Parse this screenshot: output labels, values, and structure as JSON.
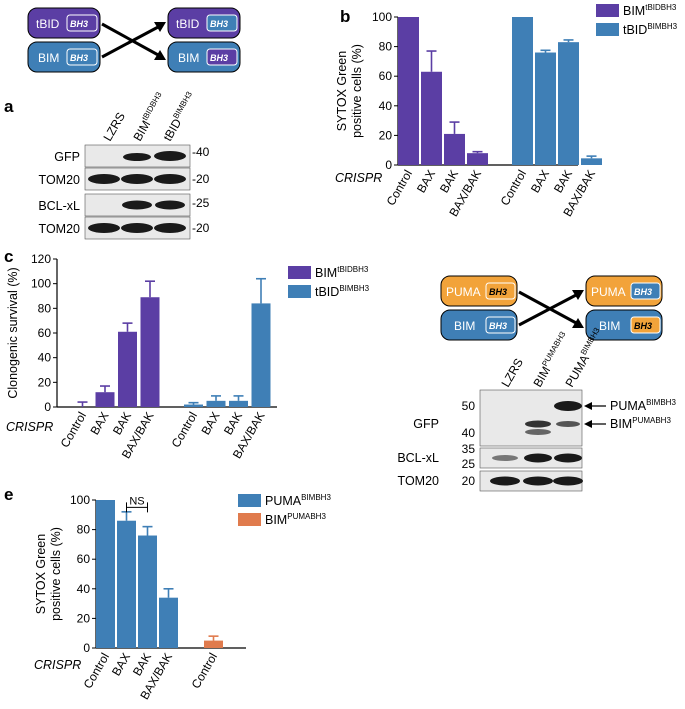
{
  "panels": {
    "a": {
      "label": "a",
      "diagram": {
        "left_top": "tBID",
        "left_bottom": "BIM",
        "right_top": "tBID",
        "right_bottom": "BIM",
        "domain": "BH3"
      },
      "blot": {
        "lanes": [
          {
            "base": "LZRS",
            "sup": ""
          },
          {
            "base": "BIM",
            "sup": "tBIDBH3"
          },
          {
            "base": "tBID",
            "sup": "BIMBH3"
          }
        ],
        "rows": [
          "GFP",
          "TOM20",
          "BCL-xL",
          "TOM20"
        ],
        "markers": [
          "-40",
          "-20",
          "-25",
          "-20"
        ]
      }
    },
    "d": {
      "label": "d",
      "diagram": {
        "left_top": "PUMA",
        "left_bottom": "BIM",
        "right_top": "PUMA",
        "right_bottom": "BIM",
        "domain": "BH3"
      },
      "blot": {
        "lanes": [
          {
            "base": "LZRS",
            "sup": ""
          },
          {
            "base": "BIM",
            "sup": "PUMABH3"
          },
          {
            "base": "PUMA",
            "sup": "BIMBH3"
          }
        ],
        "rows": [
          "GFP",
          "BCL-xL",
          "TOM20"
        ],
        "markers": [
          "50",
          "40",
          "35",
          "25",
          "20"
        ],
        "arrows": [
          {
            "base": "PUMA",
            "sup": "BIMBH3"
          },
          {
            "base": "BIM",
            "sup": "PUMABH3"
          }
        ]
      }
    },
    "b_label": "b",
    "c_label": "c",
    "e_label": "e"
  },
  "colors": {
    "purple": "#5b3ea4",
    "blue": "#3f7fb6",
    "orange": "#e07b4d",
    "blot_bg": "#e9e9e9",
    "band": "#1a1a1a"
  },
  "chart_data": [
    {
      "id": "b",
      "type": "bar",
      "ylabel_lines": [
        "SYTOX Green",
        "positive cells (%)"
      ],
      "ylim": [
        0,
        100
      ],
      "yticks": [
        0,
        20,
        40,
        60,
        80,
        100
      ],
      "xlabel": "CRISPR",
      "groups": [
        {
          "series": "BIM tBIDBH3",
          "categories": [
            "Control",
            "BAX",
            "BAK",
            "BAX/BAK"
          ],
          "values": [
            100,
            63,
            21,
            8
          ],
          "errors": [
            0,
            14,
            8,
            1
          ]
        },
        {
          "series": "tBID BIMBH3",
          "categories": [
            "Control",
            "BAX",
            "BAK",
            "BAX/BAK"
          ],
          "values": [
            100,
            76,
            83,
            4.5
          ],
          "errors": [
            0,
            1.5,
            1.5,
            1.5
          ]
        }
      ],
      "legend": [
        {
          "base": "BIM",
          "sup": "tBIDBH3",
          "color": "#5b3ea4"
        },
        {
          "base": "tBID",
          "sup": "BIMBH3",
          "color": "#3f7fb6"
        }
      ]
    },
    {
      "id": "c",
      "type": "bar",
      "ylabel_lines": [
        "Clonogenic survival (%)"
      ],
      "ylim": [
        0,
        120
      ],
      "yticks": [
        0,
        20,
        40,
        60,
        80,
        100,
        120
      ],
      "xlabel": "CRISPR",
      "groups": [
        {
          "series": "BIM tBIDBH3",
          "categories": [
            "Control",
            "BAX",
            "BAK",
            "BAX/BAK"
          ],
          "values": [
            0,
            12,
            61,
            89
          ],
          "errors": [
            4,
            5,
            7,
            13
          ]
        },
        {
          "series": "tBID BIMBH3",
          "categories": [
            "Control",
            "BAX",
            "BAK",
            "BAX/BAK"
          ],
          "values": [
            2,
            5,
            5,
            84
          ],
          "errors": [
            1.5,
            4,
            4,
            20
          ]
        }
      ],
      "legend": [
        {
          "base": "BIM",
          "sup": "tBIDBH3",
          "color": "#5b3ea4"
        },
        {
          "base": "tBID",
          "sup": "BIMBH3",
          "color": "#3f7fb6"
        }
      ]
    },
    {
      "id": "e",
      "type": "bar",
      "ylabel_lines": [
        "SYTOX Green",
        "positive cells (%)"
      ],
      "ylim": [
        0,
        100
      ],
      "yticks": [
        0,
        20,
        40,
        60,
        80,
        100
      ],
      "xlabel": "CRISPR",
      "annotation": "NS",
      "groups": [
        {
          "series": "PUMA BIMBH3",
          "categories": [
            "Control",
            "BAX",
            "BAK",
            "BAX/BAK"
          ],
          "values": [
            100,
            86,
            76,
            34
          ],
          "errors": [
            0,
            6,
            6,
            6
          ]
        },
        {
          "series": "BIM PUMABH3",
          "categories": [
            "Control"
          ],
          "values": [
            5
          ],
          "errors": [
            3
          ]
        }
      ],
      "legend": [
        {
          "base": "PUMA",
          "sup": "BIMBH3",
          "color": "#3f7fb6"
        },
        {
          "base": "BIM",
          "sup": "PUMABH3",
          "color": "#e07b4d"
        }
      ]
    }
  ]
}
